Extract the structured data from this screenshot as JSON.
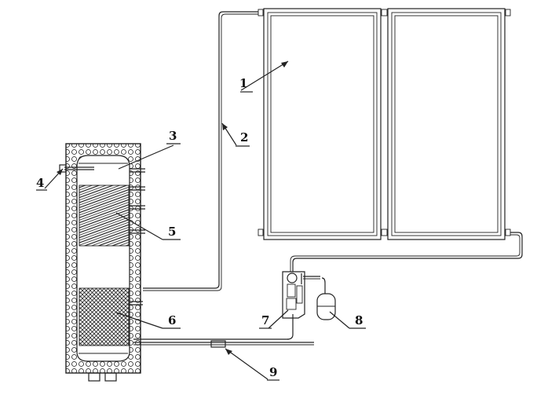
{
  "labels": {
    "l1": "1",
    "l2": "2",
    "l3": "3",
    "l4": "4",
    "l5": "5",
    "l6": "6",
    "l7": "7",
    "l8": "8",
    "l9": "9"
  },
  "colors": {
    "line": "#222222",
    "background": "#ffffff"
  }
}
